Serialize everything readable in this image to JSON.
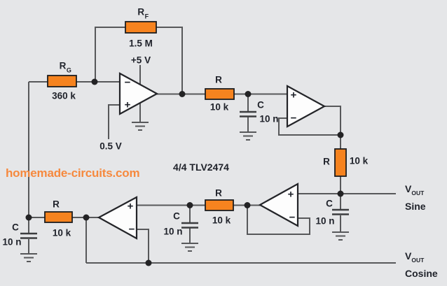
{
  "colors": {
    "background": "#e5e6e8",
    "wire": "#57585a",
    "component_fill": "#f6831f",
    "component_outline": "#1d1d1f",
    "text": "#20232b",
    "watermark": "#f6893e"
  },
  "watermark": {
    "text": "homemade-circuits.com"
  },
  "ic_label": {
    "text": "4/4 TLV2474"
  },
  "power": {
    "supply": "+5 V",
    "reference": "0.5 V"
  },
  "resistors": {
    "rf": {
      "ref": "R",
      "sub": "F",
      "value": "1.5 M"
    },
    "rg": {
      "ref": "R",
      "sub": "G",
      "value": "360 k"
    },
    "r_stage1": {
      "ref": "R",
      "value": "10 k"
    },
    "r_sine": {
      "ref": "R",
      "value": "10 k"
    },
    "r_stage3": {
      "ref": "R",
      "value": "10 k"
    },
    "r_stage4": {
      "ref": "R",
      "value": "10 k"
    }
  },
  "capacitors": {
    "c_stage1": {
      "ref": "C",
      "value": "10 n"
    },
    "c_sine": {
      "ref": "C",
      "value": "10 n"
    },
    "c_stage3": {
      "ref": "C",
      "value": "10 n"
    },
    "c_stage4": {
      "ref": "C",
      "value": "10 n"
    }
  },
  "outputs": {
    "sine": {
      "symbol": "V",
      "sub": "OUT",
      "label": "Sine"
    },
    "cosine": {
      "symbol": "V",
      "sub": "OUT",
      "label": "Cosine"
    }
  },
  "opamp_signs": {
    "plus": "+",
    "minus": "−"
  }
}
